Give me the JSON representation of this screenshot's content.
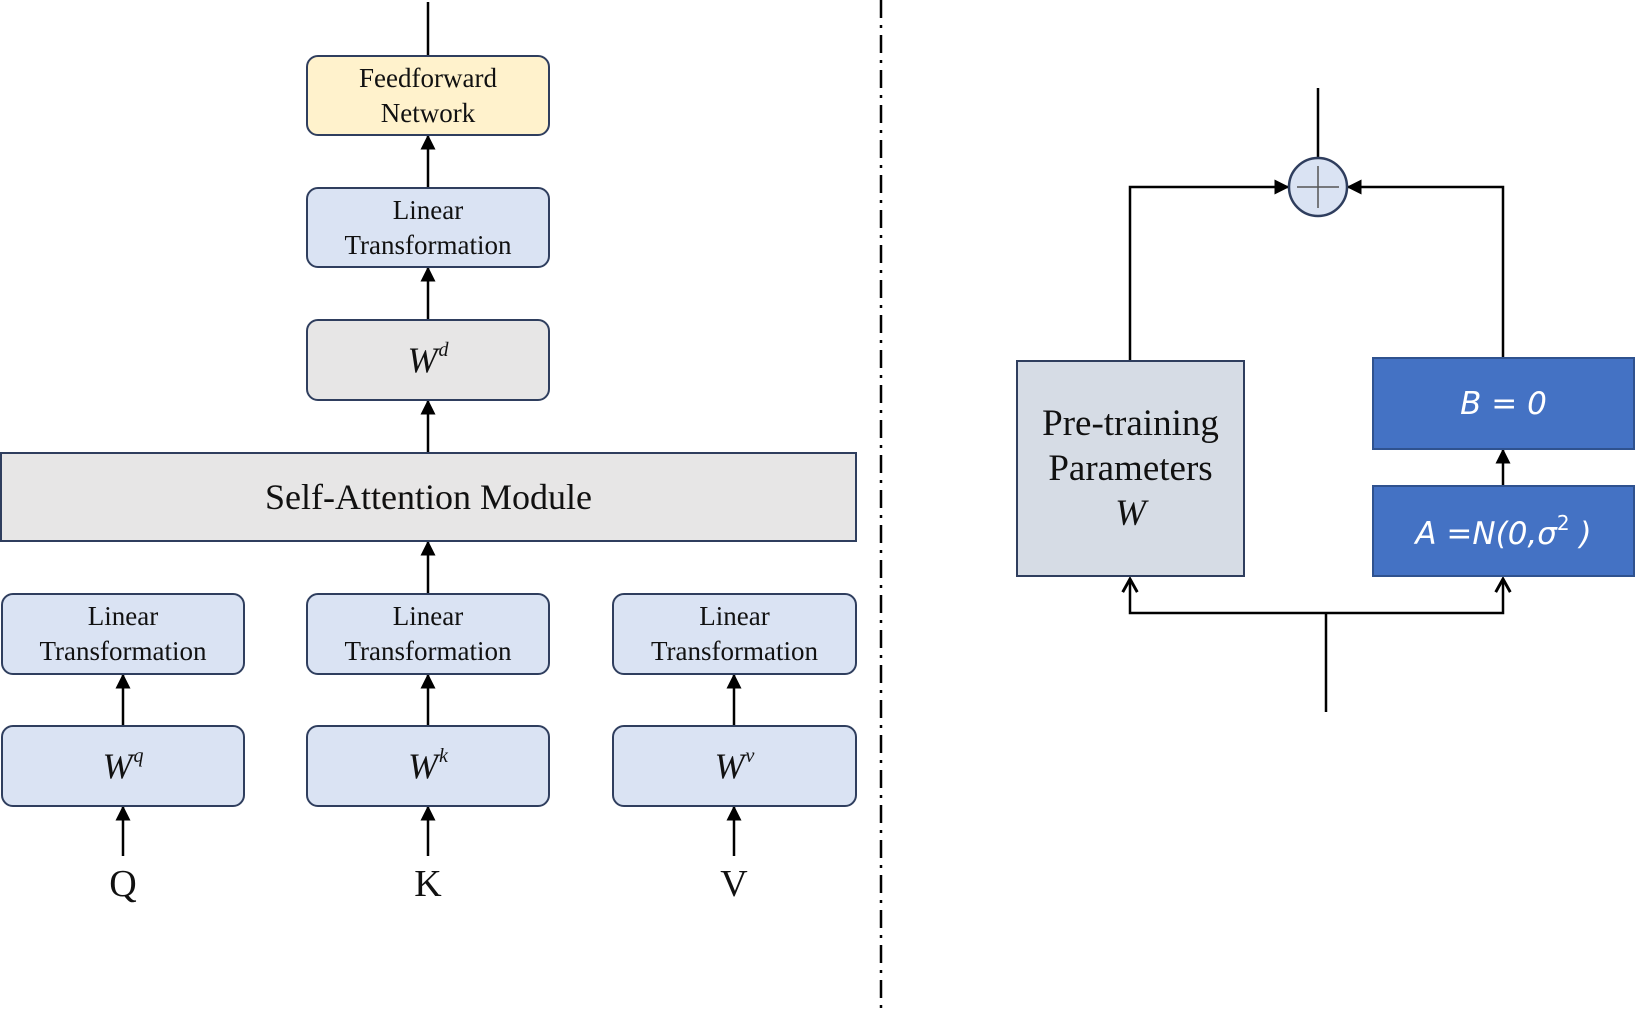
{
  "left_diagram": {
    "ffn": {
      "line1": "Feedforward",
      "line2": "Network"
    },
    "top_linear": {
      "line1": "Linear",
      "line2": "Transformation"
    },
    "wd": {
      "base": "W",
      "sup": "d"
    },
    "self_attention": "Self-Attention Module",
    "linear_q": {
      "line1": "Linear",
      "line2": "Transformation"
    },
    "linear_k": {
      "line1": "Linear",
      "line2": "Transformation"
    },
    "linear_v": {
      "line1": "Linear",
      "line2": "Transformation"
    },
    "wq": {
      "base": "W",
      "sup": "q"
    },
    "wk": {
      "base": "W",
      "sup": "k"
    },
    "wv": {
      "base": "W",
      "sup": "v"
    },
    "inputs": {
      "q": "Q",
      "k": "K",
      "v": "V"
    }
  },
  "right_diagram": {
    "pretrain": {
      "line1": "Pre-training",
      "line2": "Parameters",
      "line3": "W"
    },
    "b_box": "B = 0",
    "a_box": {
      "text": "A =N(0,σ",
      "sup": "2",
      "close": " )"
    },
    "sum_node": "plus-icon"
  },
  "colors": {
    "light_blue": "#dae3f3",
    "gray": "#e7e6e6",
    "yellow": "#fff2cc",
    "accent_blue": "#4472c4",
    "slate": "#d6dce5"
  }
}
